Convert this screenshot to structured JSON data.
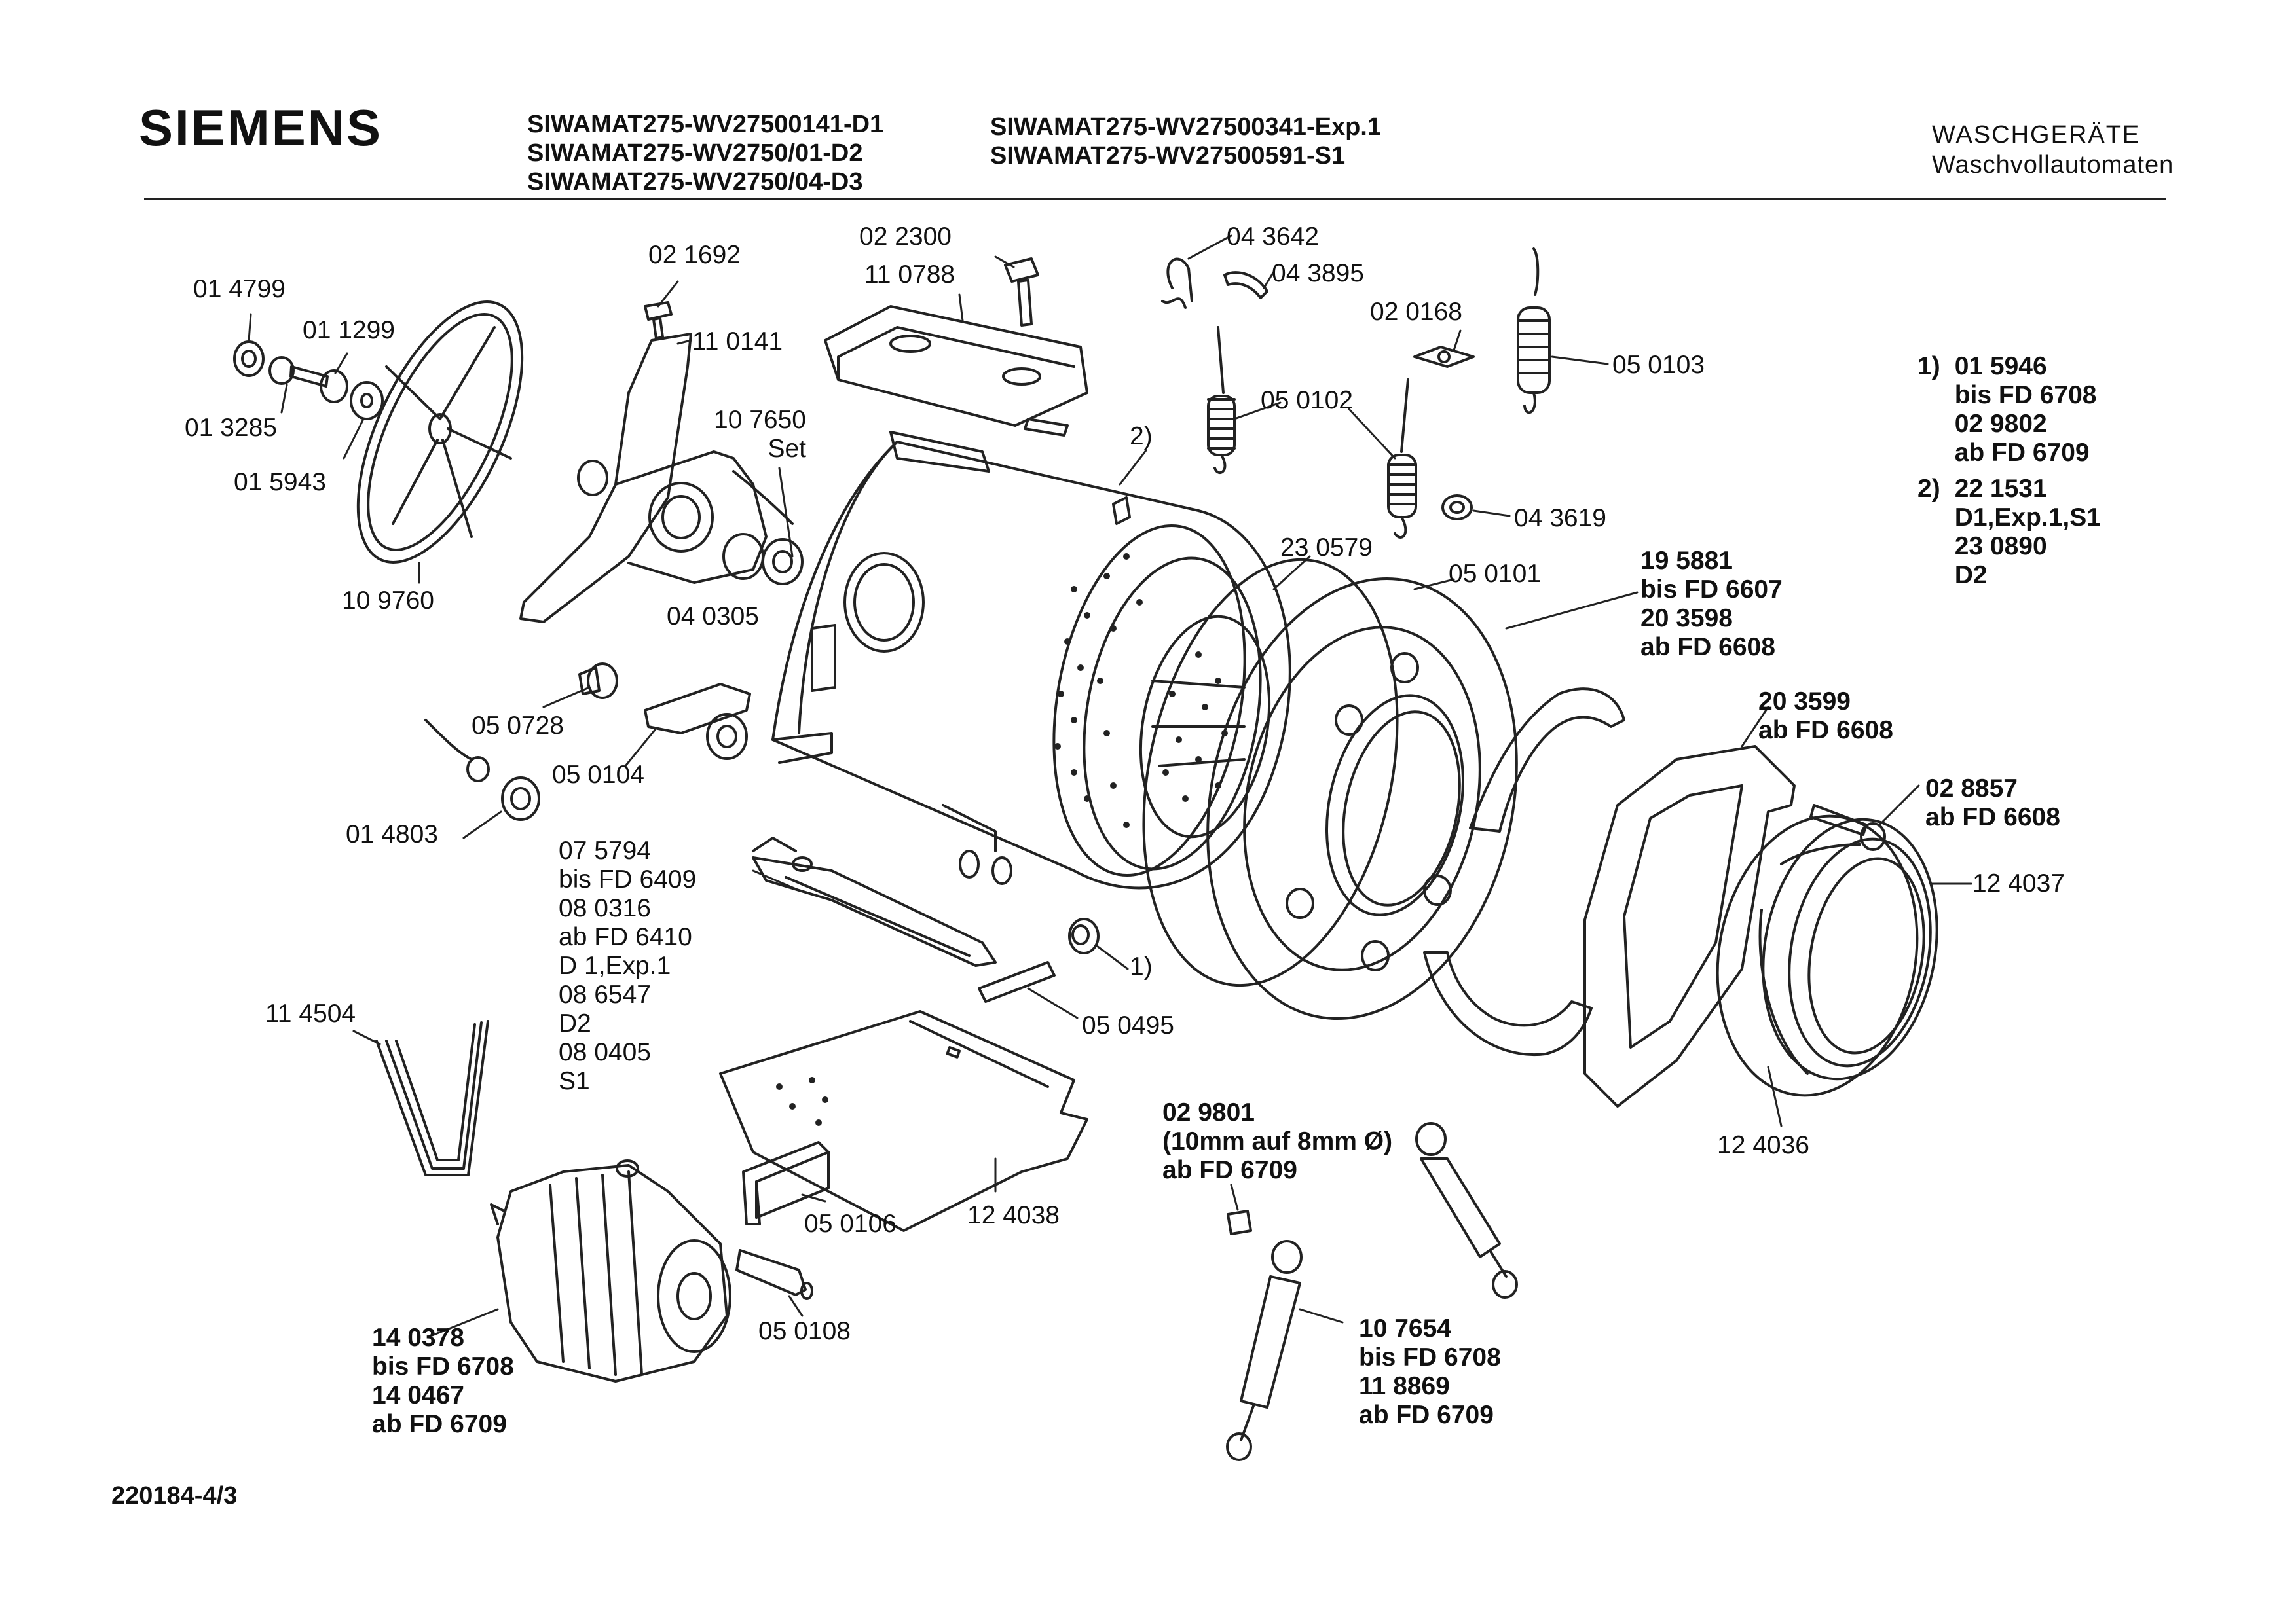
{
  "header": {
    "brand": "SIEMENS",
    "models_col1": [
      "SIWAMAT275-WV27500141-D1",
      "SIWAMAT275-WV2750/01-D2",
      "SIWAMAT275-WV2750/04-D3"
    ],
    "models_col2": [
      "SIWAMAT275-WV27500341-Exp.1",
      "SIWAMAT275-WV27500591-S1"
    ],
    "category": "WASCHGERÄTE",
    "subcategory": "Waschvollautomaten"
  },
  "notes": {
    "n1": [
      "1)",
      "01 5946",
      "bis FD 6708",
      "02 9802",
      "ab FD 6709"
    ],
    "n2": [
      "2)",
      "22 1531",
      "D1,Exp.1,S1",
      "23 0890",
      "D2"
    ]
  },
  "labels": {
    "p014799": "01 4799",
    "p011299": "01 1299",
    "p013285": "01 3285",
    "p015943": "01 5943",
    "p109760": "10 9760",
    "p021692": "02 1692",
    "p110141": "11 0141",
    "p107650": [
      "10 7650",
      "Set"
    ],
    "p040305": "04 0305",
    "p022300": "02 2300",
    "p110788": "11 0788",
    "p043642": "04 3642",
    "p043895": "04 3895",
    "p020168": "02 0168",
    "p050103": "05 0103",
    "p050102": "05 0102",
    "p043619": "04 3619",
    "ref2": "2)",
    "p230579": "23 0579",
    "p050101": "05 0101",
    "p195881": [
      "19 5881",
      "bis FD 6607",
      "20 3598",
      "ab FD 6608"
    ],
    "p203599": [
      "20 3599",
      "ab FD 6608"
    ],
    "p028857": [
      "02 8857",
      "ab FD 6608"
    ],
    "p124037": "12 4037",
    "p124036": "12 4036",
    "p050728": "05 0728",
    "p050104": "05 0104",
    "p014803": "01 4803",
    "p075794": [
      "07 5794",
      "bis FD 6409",
      "08 0316",
      "ab FD 6410",
      "D 1,Exp.1",
      "08 6547",
      "D2",
      "08 0405",
      "S1"
    ],
    "ref1": "1)",
    "p050495": "05 0495",
    "p114504": "11 4504",
    "p050106": "05 0106",
    "p124038": "12 4038",
    "p029801": [
      "02 9801",
      "(10mm auf 8mm Ø)",
      "ab FD 6709"
    ],
    "p140378": [
      "14 0378",
      "bis FD 6708",
      "14 0467",
      "ab FD 6709"
    ],
    "p050108": "05 0108",
    "p107654": [
      "10 7654",
      "bis FD 6708",
      "11 8869",
      "ab FD 6709"
    ]
  },
  "footer": {
    "doc_number": "220184-4/3"
  }
}
